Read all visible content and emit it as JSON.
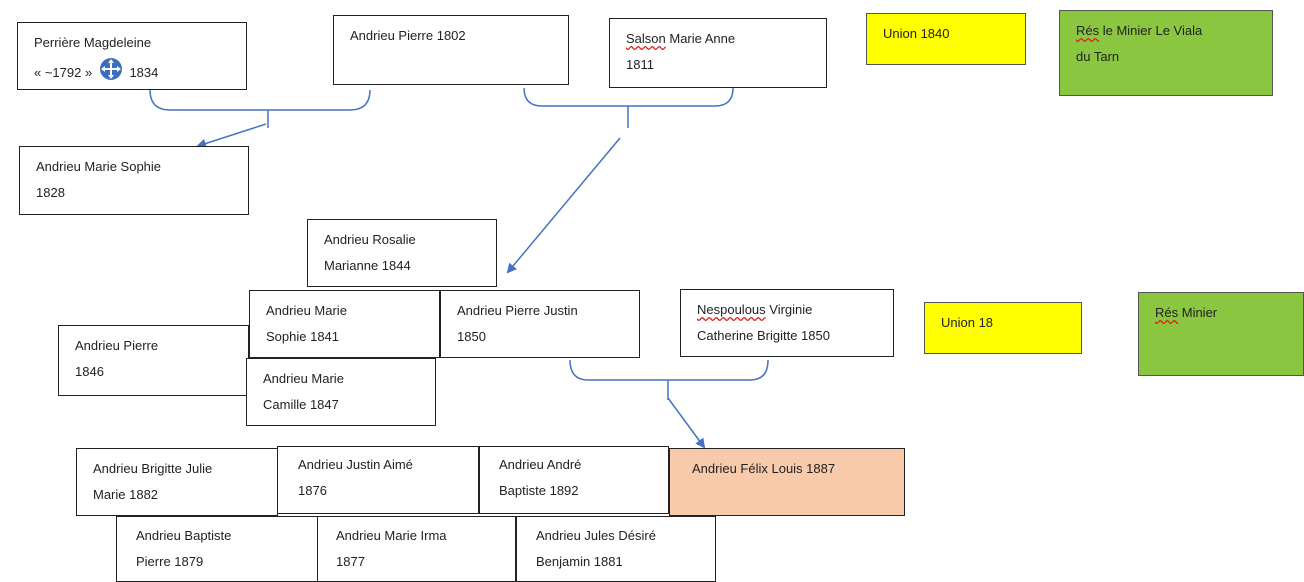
{
  "colors": {
    "connector": "#4472c4",
    "union": "#ffff00",
    "residence": "#8ac63f",
    "highlight": "#f8caaa",
    "spellcheck": "#e0201a"
  },
  "boxes": {
    "perriere": {
      "line1": "Perrière Magdeleine",
      "line2_pre": "« ~1792 »",
      "line2_post": "1834",
      "icon": "move-handle-icon"
    },
    "pierre1802": {
      "line1": "Andrieu Pierre 1802"
    },
    "salson": {
      "surname": "Salson",
      "line1_rest": " Marie Anne",
      "line2": "1811"
    },
    "union1840": {
      "line1": "Union 1840"
    },
    "res1": {
      "word": "Rés",
      "line1_rest": " le Minier Le Viala",
      "line2": "du Tarn"
    },
    "mariesophie1828": {
      "line1": "Andrieu Marie Sophie",
      "line2": "1828"
    },
    "rosalie": {
      "line1": "Andrieu Rosalie",
      "line2": "Marianne 1844"
    },
    "mariesophie1841": {
      "line1": "Andrieu Marie",
      "line2": "Sophie 1841"
    },
    "pierrejustin": {
      "line1": "Andrieu Pierre Justin",
      "line2": "1850"
    },
    "nespoulous": {
      "surname": "Nespoulous",
      "line1_rest": " Virginie",
      "line2": "Catherine Brigitte 1850"
    },
    "union18": {
      "line1": "Union 18"
    },
    "res2": {
      "word": "Rés",
      "line1_rest": " Minier"
    },
    "pierre1846": {
      "line1": "Andrieu Pierre",
      "line2": "1846"
    },
    "mariecamille": {
      "line1": "Andrieu Marie",
      "line2": "Camille 1847"
    },
    "brigitte": {
      "line1": "Andrieu Brigitte Julie",
      "line2": "Marie 1882"
    },
    "justinaime": {
      "line1": "Andrieu Justin Aimé",
      "line2": "1876"
    },
    "andrebaptiste": {
      "line1": "Andrieu André",
      "line2": "Baptiste 1892"
    },
    "felixlouis": {
      "line1": "Andrieu Félix Louis 1887"
    },
    "baptistepierre": {
      "line1": "Andrieu Baptiste",
      "line2": "Pierre 1879"
    },
    "marieirma": {
      "line1": "Andrieu Marie Irma",
      "line2": "1877"
    },
    "julesdesire": {
      "line1": "Andrieu Jules Désiré",
      "line2": "Benjamin 1881"
    }
  }
}
